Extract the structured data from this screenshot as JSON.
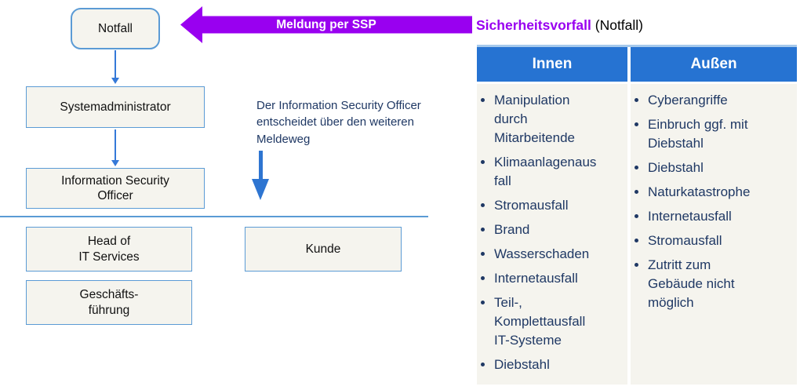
{
  "flowchart": {
    "nodes": {
      "notfall": "Notfall",
      "systemadministrator": "Systemadministrator",
      "information_security_officer": "Information Security\nOfficer",
      "head_of_it_services": "Head of\nIT Services",
      "geschaeftsfuehrung": "Geschäfts-\nführung",
      "kunde": "Kunde"
    },
    "note": "Der Information Security Officer entscheidet über den weiteren Meldeweg"
  },
  "banner": {
    "label": "Meldung per SSP"
  },
  "heading": {
    "highlight": "Sicherheitsvorfall",
    "suffix": "(Notfall)"
  },
  "table": {
    "headers": [
      "Innen",
      "Außen"
    ],
    "innen": [
      "Manipulation durch Mitarbeitende",
      "Klimaanlagenausfall",
      "Stromausfall",
      "Brand",
      "Wasserschaden",
      "Internetausfall",
      "Teil-, Komplettausfall IT-Systeme",
      "Diebstahl"
    ],
    "aussen": [
      "Cyberangriffe",
      "Einbruch ggf. mit Diebstahl",
      "Diebstahl",
      "Naturkatastrophe",
      "Internetausfall",
      "Stromausfall",
      "Zutritt zum Gebäude nicht möglich"
    ]
  },
  "colors": {
    "banner_purple": "#9900F0",
    "header_blue": "#2673D2",
    "box_border_blue": "#5B9BD5",
    "text_navy": "#1F3864",
    "connector_blue": "#2E75D1",
    "cell_background": "#F5F4EE"
  }
}
